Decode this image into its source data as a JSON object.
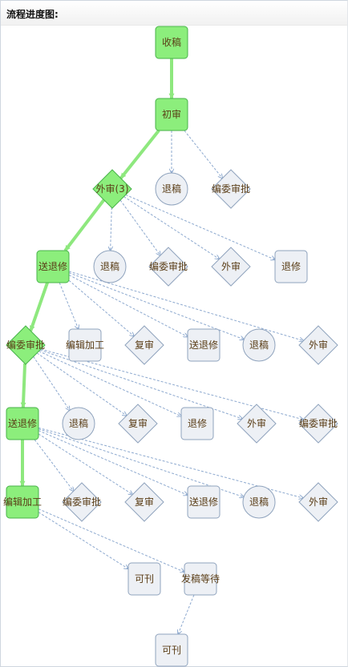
{
  "header": {
    "title": "流程进度图:"
  },
  "nodes": [
    {
      "id": "n1",
      "shape": "rect",
      "label": "收稿",
      "active": true
    },
    {
      "id": "n2",
      "shape": "rect",
      "label": "初审",
      "active": true
    },
    {
      "id": "n3",
      "shape": "diamond",
      "label": "外审(3)",
      "active": true
    },
    {
      "id": "n4",
      "shape": "circle",
      "label": "退稿",
      "active": false
    },
    {
      "id": "n5",
      "shape": "diamond",
      "label": "编委审批",
      "active": false
    },
    {
      "id": "n6",
      "shape": "rect",
      "label": "送退修",
      "active": true
    },
    {
      "id": "n7",
      "shape": "circle",
      "label": "退稿",
      "active": false
    },
    {
      "id": "n8",
      "shape": "diamond",
      "label": "编委审批",
      "active": false
    },
    {
      "id": "n9",
      "shape": "diamond",
      "label": "外审",
      "active": false
    },
    {
      "id": "n10",
      "shape": "rect",
      "label": "退修",
      "active": false
    },
    {
      "id": "n11",
      "shape": "diamond",
      "label": "编委审批",
      "active": true
    },
    {
      "id": "n12",
      "shape": "rect",
      "label": "编辑加工",
      "active": false
    },
    {
      "id": "n13",
      "shape": "diamond",
      "label": "复审",
      "active": false
    },
    {
      "id": "n14",
      "shape": "rect",
      "label": "送退修",
      "active": false
    },
    {
      "id": "n15",
      "shape": "circle",
      "label": "退稿",
      "active": false
    },
    {
      "id": "n16",
      "shape": "diamond",
      "label": "外审",
      "active": false
    },
    {
      "id": "n17",
      "shape": "rect",
      "label": "送退修",
      "active": true
    },
    {
      "id": "n18",
      "shape": "circle",
      "label": "退稿",
      "active": false
    },
    {
      "id": "n19",
      "shape": "diamond",
      "label": "复审",
      "active": false
    },
    {
      "id": "n20",
      "shape": "rect",
      "label": "退修",
      "active": false
    },
    {
      "id": "n21",
      "shape": "diamond",
      "label": "外审",
      "active": false
    },
    {
      "id": "n22",
      "shape": "diamond",
      "label": "编委审批",
      "active": false
    },
    {
      "id": "n23",
      "shape": "rect",
      "label": "编辑加工",
      "active": true
    },
    {
      "id": "n24",
      "shape": "diamond",
      "label": "编委审批",
      "active": false
    },
    {
      "id": "n25",
      "shape": "diamond",
      "label": "复审",
      "active": false
    },
    {
      "id": "n26",
      "shape": "rect",
      "label": "送退修",
      "active": false
    },
    {
      "id": "n27",
      "shape": "circle",
      "label": "退稿",
      "active": false
    },
    {
      "id": "n28",
      "shape": "diamond",
      "label": "外审",
      "active": false
    },
    {
      "id": "n29",
      "shape": "rect",
      "label": "可刊",
      "active": false
    },
    {
      "id": "n30",
      "shape": "rect",
      "label": "发稿等待",
      "active": false
    },
    {
      "id": "n31",
      "shape": "rect",
      "label": "可刊",
      "active": false
    }
  ],
  "edges": [
    {
      "from": "n1",
      "to": "n2",
      "active": true
    },
    {
      "from": "n2",
      "to": "n3",
      "active": true
    },
    {
      "from": "n2",
      "to": "n4",
      "active": false
    },
    {
      "from": "n2",
      "to": "n5",
      "active": false
    },
    {
      "from": "n3",
      "to": "n6",
      "active": true
    },
    {
      "from": "n3",
      "to": "n7",
      "active": false
    },
    {
      "from": "n3",
      "to": "n8",
      "active": false
    },
    {
      "from": "n3",
      "to": "n9",
      "active": false
    },
    {
      "from": "n3",
      "to": "n10",
      "active": false
    },
    {
      "from": "n6",
      "to": "n11",
      "active": true
    },
    {
      "from": "n6",
      "to": "n12",
      "active": false
    },
    {
      "from": "n6",
      "to": "n13",
      "active": false
    },
    {
      "from": "n6",
      "to": "n14",
      "active": false
    },
    {
      "from": "n6",
      "to": "n15",
      "active": false
    },
    {
      "from": "n6",
      "to": "n16",
      "active": false
    },
    {
      "from": "n11",
      "to": "n17",
      "active": true
    },
    {
      "from": "n11",
      "to": "n18",
      "active": false
    },
    {
      "from": "n11",
      "to": "n19",
      "active": false
    },
    {
      "from": "n11",
      "to": "n20",
      "active": false
    },
    {
      "from": "n11",
      "to": "n21",
      "active": false
    },
    {
      "from": "n11",
      "to": "n22",
      "active": false
    },
    {
      "from": "n17",
      "to": "n23",
      "active": true
    },
    {
      "from": "n17",
      "to": "n24",
      "active": false
    },
    {
      "from": "n17",
      "to": "n25",
      "active": false
    },
    {
      "from": "n17",
      "to": "n26",
      "active": false
    },
    {
      "from": "n17",
      "to": "n27",
      "active": false
    },
    {
      "from": "n17",
      "to": "n28",
      "active": false
    },
    {
      "from": "n23",
      "to": "n29",
      "active": false
    },
    {
      "from": "n23",
      "to": "n30",
      "active": false
    },
    {
      "from": "n30",
      "to": "n31",
      "active": false
    }
  ],
  "colors": {
    "active_fill": "#8cee7c",
    "active_stroke": "#48b34a",
    "inactive_fill": "#edf0f5",
    "inactive_stroke": "#8fa3bd",
    "active_edge": "#8ee87e",
    "inactive_edge": "#8da9cf",
    "label": "#5a3d16"
  }
}
